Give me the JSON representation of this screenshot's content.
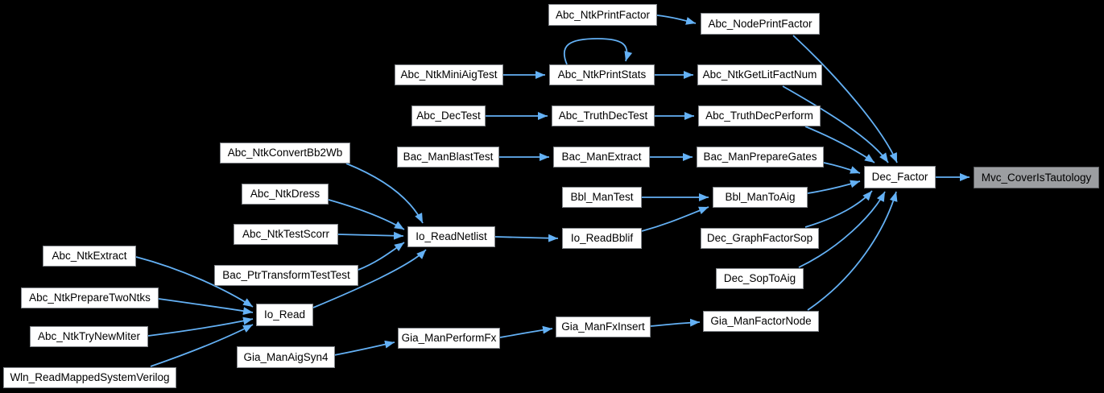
{
  "graph": {
    "kind": "caller-graph",
    "current_node": "Mvc_CoverIsTautology"
  },
  "colors": {
    "background": "#000000",
    "arrow": "#64b1f5",
    "node_fill": "#ffffff",
    "node_border": "#83878c",
    "node_text": "#000000",
    "highlight_fill": "#9c9ea1",
    "highlight_border": "#5e6063"
  },
  "nodes": [
    {
      "id": "Abc_NtkPrintFactor",
      "label": "Abc_NtkPrintFactor"
    },
    {
      "id": "Abc_NodePrintFactor",
      "label": "Abc_NodePrintFactor"
    },
    {
      "id": "Abc_NtkMiniAigTest",
      "label": "Abc_NtkMiniAigTest"
    },
    {
      "id": "Abc_NtkPrintStats",
      "label": "Abc_NtkPrintStats"
    },
    {
      "id": "Abc_NtkGetLitFactNum",
      "label": "Abc_NtkGetLitFactNum"
    },
    {
      "id": "Abc_DecTest",
      "label": "Abc_DecTest"
    },
    {
      "id": "Abc_TruthDecTest",
      "label": "Abc_TruthDecTest"
    },
    {
      "id": "Abc_TruthDecPerform",
      "label": "Abc_TruthDecPerform"
    },
    {
      "id": "Bac_ManBlastTest",
      "label": "Bac_ManBlastTest"
    },
    {
      "id": "Bac_ManExtract",
      "label": "Bac_ManExtract"
    },
    {
      "id": "Bac_ManPrepareGates",
      "label": "Bac_ManPrepareGates"
    },
    {
      "id": "Abc_NtkConvertBb2Wb",
      "label": "Abc_NtkConvertBb2Wb"
    },
    {
      "id": "Dec_Factor",
      "label": "Dec_Factor"
    },
    {
      "id": "Mvc_CoverIsTautology",
      "label": "Mvc_CoverIsTautology",
      "highlighted": true
    },
    {
      "id": "Abc_NtkDress",
      "label": "Abc_NtkDress"
    },
    {
      "id": "Bbl_ManTest",
      "label": "Bbl_ManTest"
    },
    {
      "id": "Bbl_ManToAig",
      "label": "Bbl_ManToAig"
    },
    {
      "id": "Abc_NtkTestScorr",
      "label": "Abc_NtkTestScorr"
    },
    {
      "id": "Io_ReadNetlist",
      "label": "Io_ReadNetlist"
    },
    {
      "id": "Io_ReadBblif",
      "label": "Io_ReadBblif"
    },
    {
      "id": "Dec_GraphFactorSop",
      "label": "Dec_GraphFactorSop"
    },
    {
      "id": "Bac_PtrTransformTestTest",
      "label": "Bac_PtrTransformTestTest"
    },
    {
      "id": "Dec_SopToAig",
      "label": "Dec_SopToAig"
    },
    {
      "id": "Abc_NtkExtract",
      "label": "Abc_NtkExtract"
    },
    {
      "id": "Abc_NtkPrepareTwoNtks",
      "label": "Abc_NtkPrepareTwoNtks"
    },
    {
      "id": "Io_Read",
      "label": "Io_Read"
    },
    {
      "id": "Gia_ManFactorNode",
      "label": "Gia_ManFactorNode"
    },
    {
      "id": "Abc_NtkTryNewMiter",
      "label": "Abc_NtkTryNewMiter"
    },
    {
      "id": "Gia_ManPerformFx",
      "label": "Gia_ManPerformFx"
    },
    {
      "id": "Gia_ManFxInsert",
      "label": "Gia_ManFxInsert"
    },
    {
      "id": "Gia_ManAigSyn4",
      "label": "Gia_ManAigSyn4"
    },
    {
      "id": "Wln_ReadMappedSystemVerilog",
      "label": "Wln_ReadMappedSystemVerilog"
    }
  ],
  "edges": [
    {
      "from": "Abc_NtkPrintFactor",
      "to": "Abc_NodePrintFactor"
    },
    {
      "from": "Abc_NodePrintFactor",
      "to": "Dec_Factor"
    },
    {
      "from": "Abc_NtkMiniAigTest",
      "to": "Abc_NtkPrintStats"
    },
    {
      "from": "Abc_NtkPrintStats",
      "to": "Abc_NtkPrintStats"
    },
    {
      "from": "Abc_NtkPrintStats",
      "to": "Abc_NtkGetLitFactNum"
    },
    {
      "from": "Abc_NtkGetLitFactNum",
      "to": "Dec_Factor"
    },
    {
      "from": "Abc_DecTest",
      "to": "Abc_TruthDecTest"
    },
    {
      "from": "Abc_TruthDecTest",
      "to": "Abc_TruthDecPerform"
    },
    {
      "from": "Abc_TruthDecPerform",
      "to": "Dec_Factor"
    },
    {
      "from": "Bac_ManBlastTest",
      "to": "Bac_ManExtract"
    },
    {
      "from": "Bac_ManExtract",
      "to": "Bac_ManPrepareGates"
    },
    {
      "from": "Bac_ManPrepareGates",
      "to": "Dec_Factor"
    },
    {
      "from": "Bbl_ManTest",
      "to": "Bbl_ManToAig"
    },
    {
      "from": "Bbl_ManToAig",
      "to": "Dec_Factor"
    },
    {
      "from": "Io_ReadBblif",
      "to": "Bbl_ManToAig"
    },
    {
      "from": "Io_ReadNetlist",
      "to": "Io_ReadBblif"
    },
    {
      "from": "Dec_GraphFactorSop",
      "to": "Dec_Factor"
    },
    {
      "from": "Dec_SopToAig",
      "to": "Dec_Factor"
    },
    {
      "from": "Gia_ManFactorNode",
      "to": "Dec_Factor"
    },
    {
      "from": "Dec_Factor",
      "to": "Mvc_CoverIsTautology"
    },
    {
      "from": "Abc_NtkConvertBb2Wb",
      "to": "Io_ReadNetlist"
    },
    {
      "from": "Abc_NtkDress",
      "to": "Io_ReadNetlist"
    },
    {
      "from": "Abc_NtkTestScorr",
      "to": "Io_ReadNetlist"
    },
    {
      "from": "Bac_PtrTransformTestTest",
      "to": "Io_ReadNetlist"
    },
    {
      "from": "Io_Read",
      "to": "Io_ReadNetlist"
    },
    {
      "from": "Abc_NtkExtract",
      "to": "Io_Read"
    },
    {
      "from": "Abc_NtkPrepareTwoNtks",
      "to": "Io_Read"
    },
    {
      "from": "Abc_NtkTryNewMiter",
      "to": "Io_Read"
    },
    {
      "from": "Wln_ReadMappedSystemVerilog",
      "to": "Io_Read"
    },
    {
      "from": "Gia_ManAigSyn4",
      "to": "Gia_ManPerformFx"
    },
    {
      "from": "Gia_ManPerformFx",
      "to": "Gia_ManFxInsert"
    },
    {
      "from": "Gia_ManFxInsert",
      "to": "Gia_ManFactorNode"
    }
  ]
}
